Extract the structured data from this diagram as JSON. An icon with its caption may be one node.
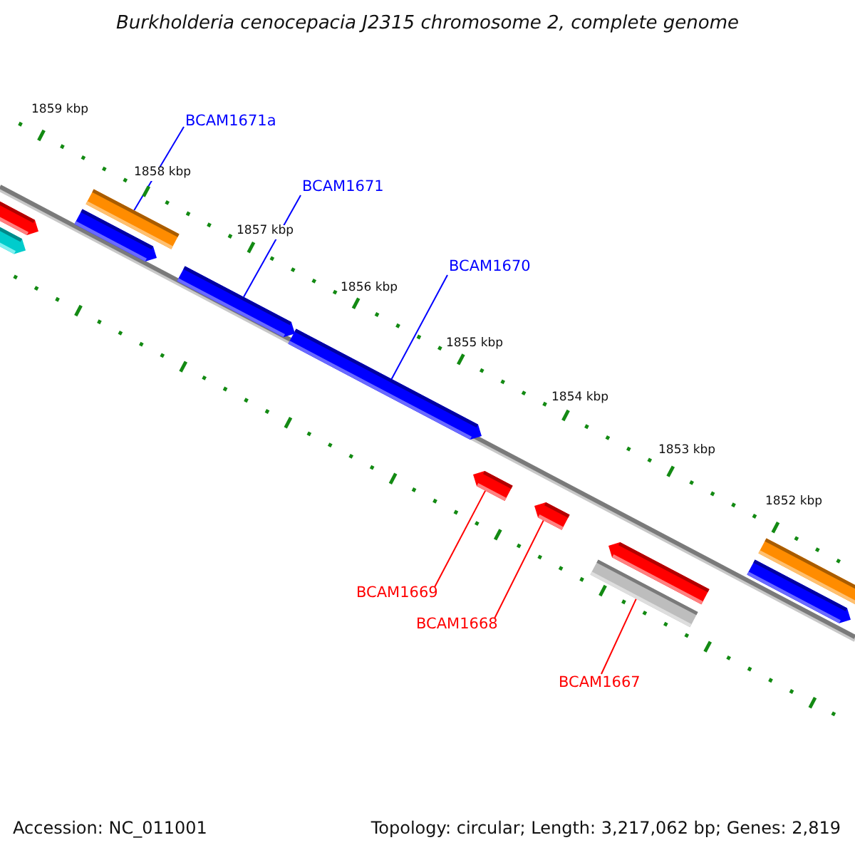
{
  "diagram": {
    "title": "Burkholderia cenocepacia J2315 chromosome 2, complete genome",
    "nodes": [
      {
        "text": [
          "BCAM1671a"
        ]
      },
      {
        "text": [
          "BCAM1671"
        ]
      },
      {
        "text": [
          "BCAM1670"
        ]
      },
      {
        "text": [
          "BCAM1669"
        ]
      },
      {
        "text": [
          "BCAM1668"
        ]
      },
      {
        "text": [
          "BCAM1667"
        ]
      },
      {
        "text": [],
        "shape": "bar"
      },
      {
        "text": [],
        "shape": "bar"
      },
      {
        "text": [],
        "shape": "bar"
      },
      {
        "text": [],
        "shape": "bar"
      },
      {
        "text": [],
        "shape": "bar"
      },
      {
        "text": [],
        "shape": "bar"
      },
      {
        "text": [],
        "shape": "bar"
      },
      {
        "text": [],
        "shape": "bar"
      },
      {
        "text": [],
        "shape": "bar"
      },
      {
        "text": [],
        "shape": "bar"
      },
      {
        "text": [],
        "shape": "bar"
      },
      {
        "text": [],
        "shape": "bar"
      }
    ],
    "edges": [
      {
        "from": 0,
        "to": 9,
        "arrow": "none"
      },
      {
        "from": 1,
        "to": 10,
        "arrow": "none"
      },
      {
        "from": 2,
        "to": 11,
        "arrow": "none"
      },
      {
        "from": 3,
        "to": 12,
        "arrow": "none",
        "color": "#ff0000"
      },
      {
        "from": 4,
        "to": 13,
        "arrow": "none",
        "color": "#ff0000"
      },
      {
        "from": 5,
        "to": 14,
        "arrow": "none",
        "color": "#ff0000"
      }
    ],
    "labels": [
      "1859 kbp",
      "1858 kbp",
      "1857 kbp",
      "1856 kbp",
      "1855 kbp",
      "1854 kbp",
      "1853 kbp",
      "1852 kbp",
      "Accession: NC_011001",
      "Topology: circular; Length: 3,217,062 bp; Genes: 2,819"
    ]
  }
}
